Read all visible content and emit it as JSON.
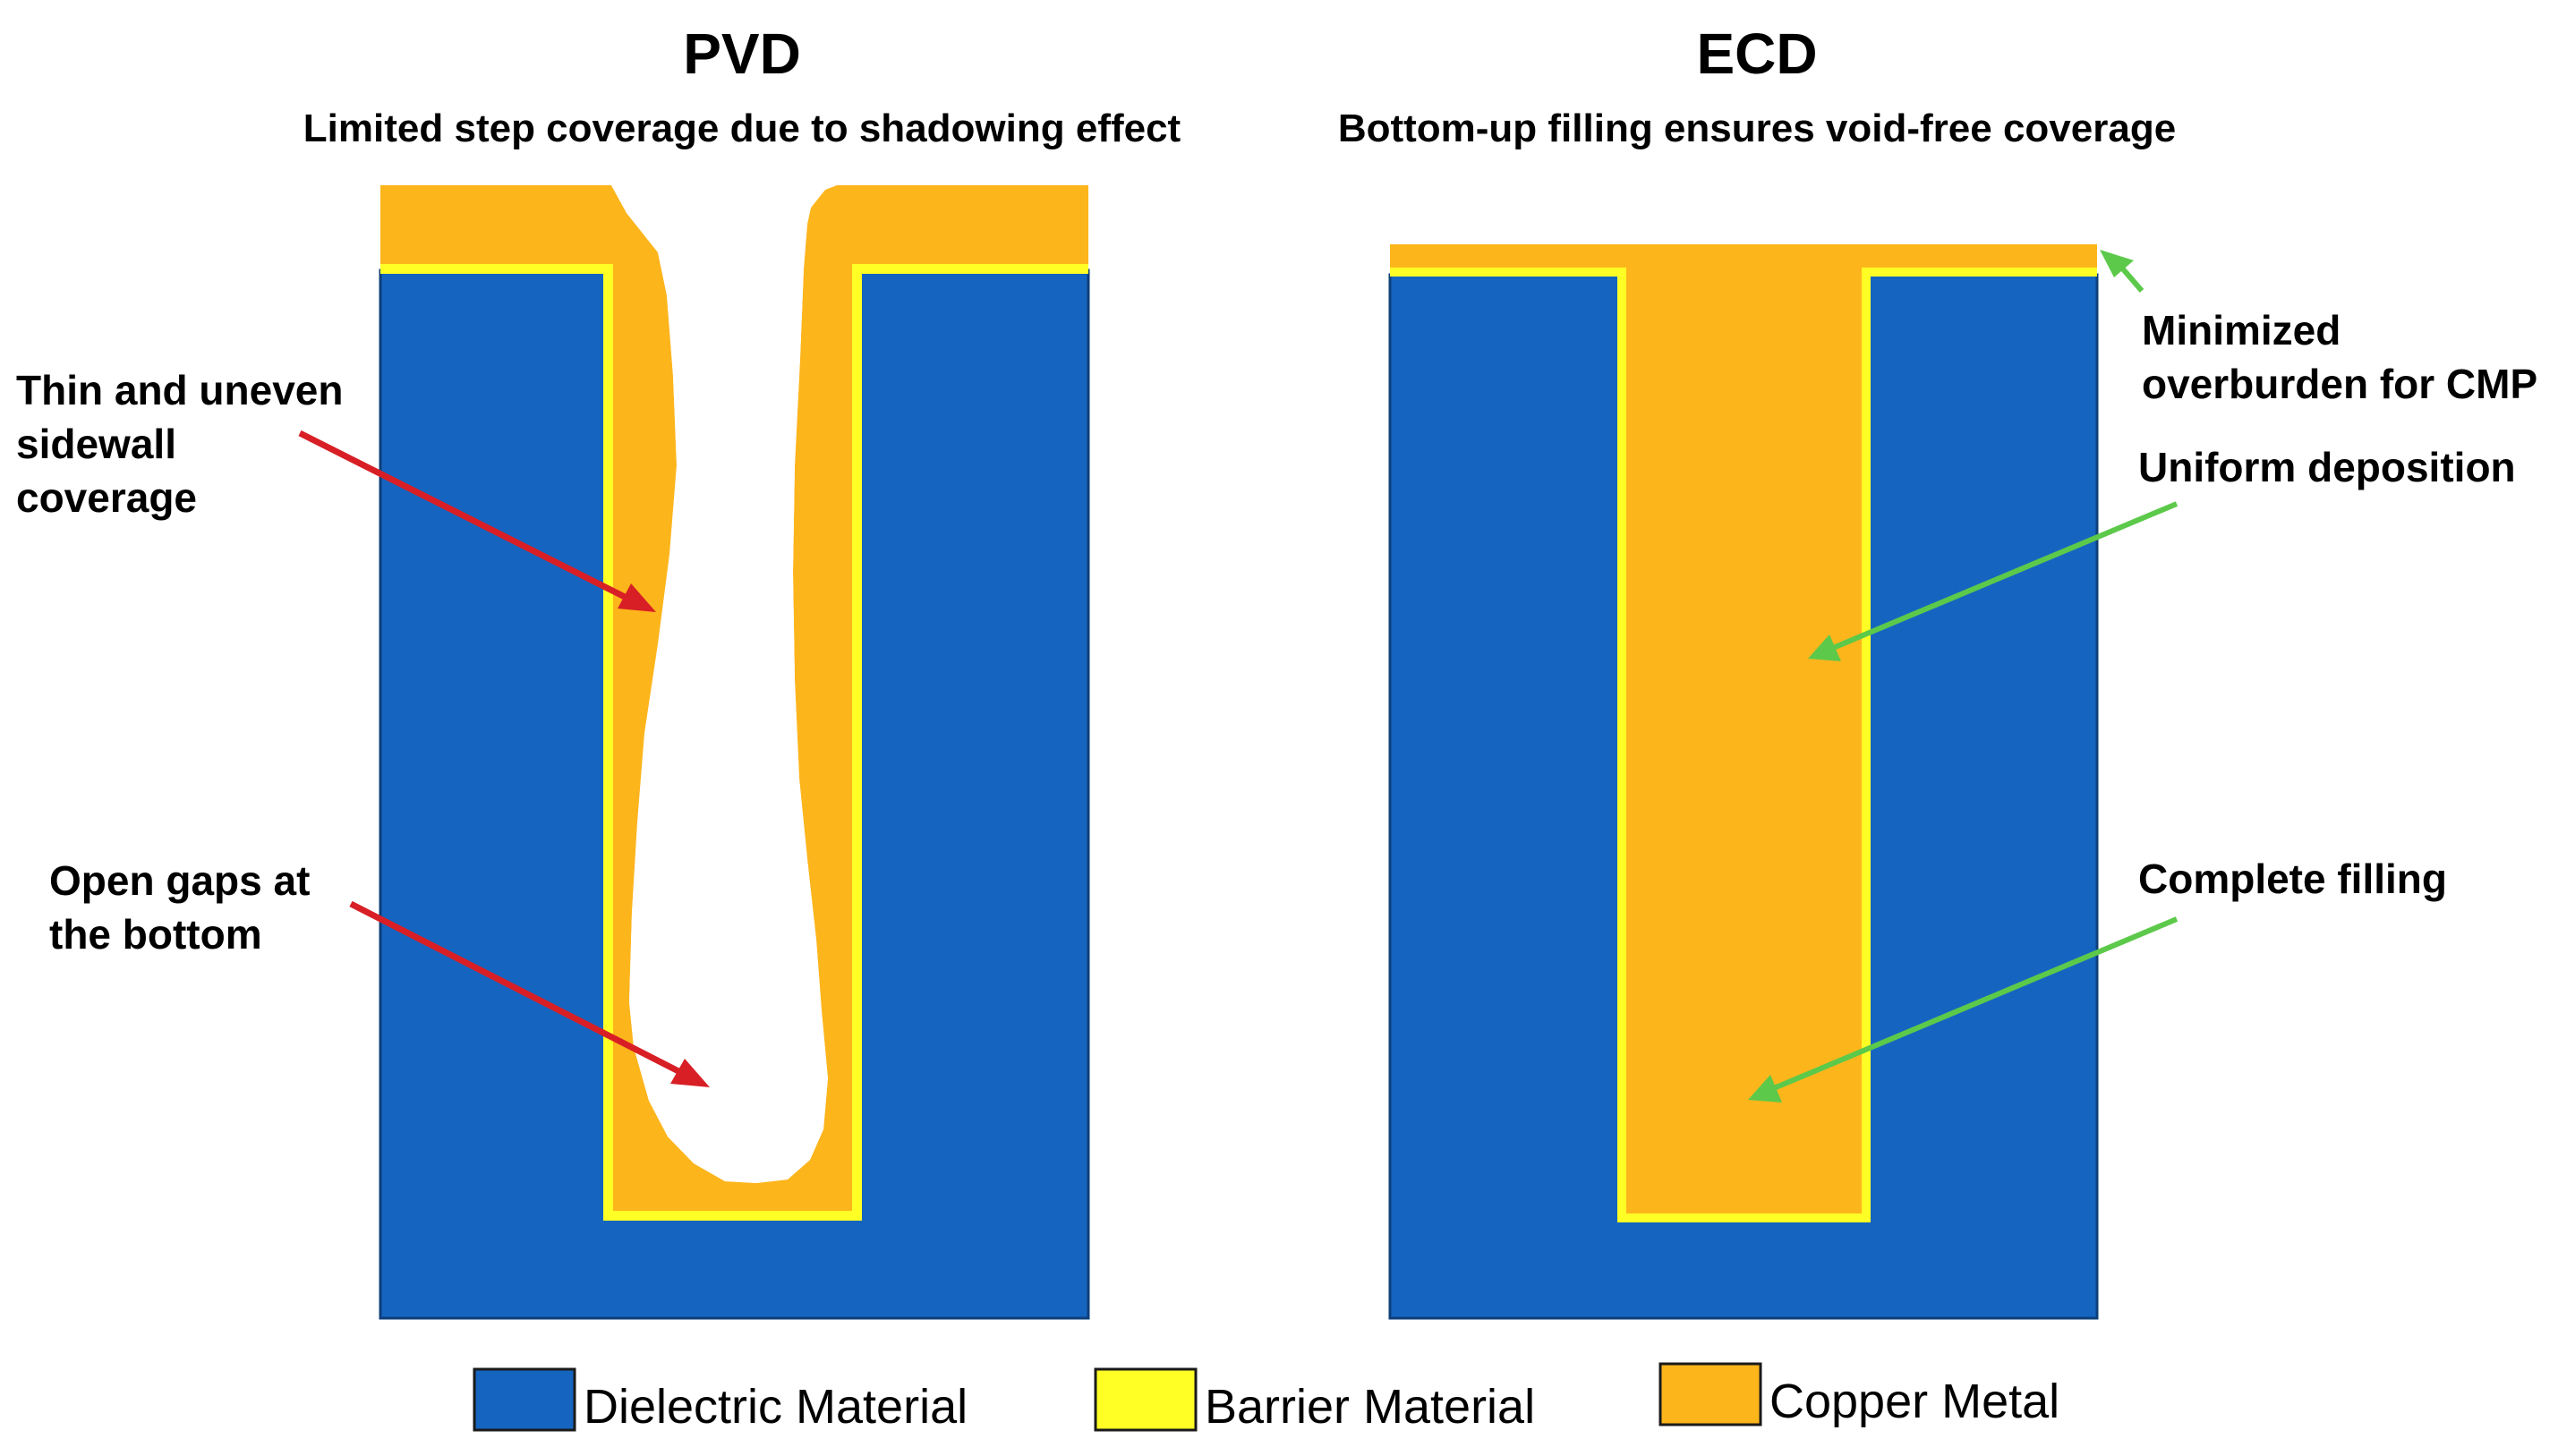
{
  "colors": {
    "dielectric": "#1565C0",
    "barrier": "#FFFF26",
    "copper": "#FDB51C",
    "arrow_problem": "#D81F26",
    "arrow_benefit": "#5CC94A"
  },
  "pvd": {
    "title": "PVD",
    "subtitle": "Limited step coverage due to shadowing effect",
    "annotations": [
      {
        "lines": [
          "Thin and uneven",
          "sidewall",
          "coverage"
        ]
      },
      {
        "lines": [
          "Open gaps at",
          "the bottom"
        ]
      }
    ]
  },
  "ecd": {
    "title": "ECD",
    "subtitle": "Bottom-up filling ensures void-free coverage",
    "annotations": [
      {
        "lines": [
          "Minimized",
          "overburden for CMP"
        ]
      },
      {
        "lines": [
          "Uniform deposition"
        ]
      },
      {
        "lines": [
          "Complete filling"
        ]
      }
    ]
  },
  "legend": [
    {
      "label": "Dielectric Material",
      "color_key": "dielectric",
      "icon": "dielectric-swatch"
    },
    {
      "label": "Barrier Material",
      "color_key": "barrier",
      "icon": "barrier-swatch"
    },
    {
      "label": "Copper Metal",
      "color_key": "copper",
      "icon": "copper-swatch"
    }
  ]
}
